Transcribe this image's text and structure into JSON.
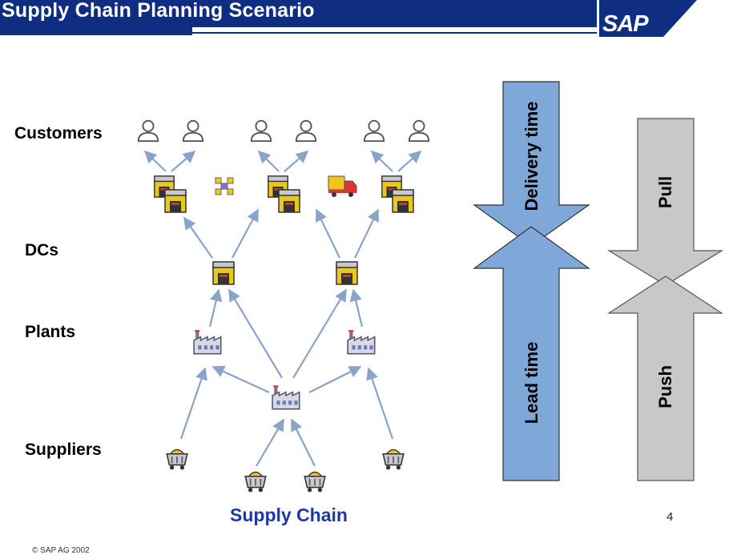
{
  "header": {
    "title": "Supply Chain Planning Scenario",
    "logo_text": "SAP",
    "bar_color": "#0f2e82"
  },
  "tiers": {
    "customers": "Customers",
    "dcs": "DCs",
    "plants": "Plants",
    "suppliers": "Suppliers"
  },
  "icons": {
    "customer": "person-outline-icon",
    "warehouse": "warehouse-icon",
    "factory": "factory-icon",
    "supplier": "mine-cart-icon",
    "network": "network-nodes-icon",
    "truck": "delivery-truck-icon"
  },
  "arrows": {
    "delivery": "Delivery time",
    "lead": "Lead time",
    "pull": "Pull",
    "push": "Push",
    "time_arrow_color": "#7fa7d7",
    "flow_arrow_color": "#c8c8c8"
  },
  "caption": "Supply Chain",
  "page_number": "4",
  "copyright": "© SAP AG 2002"
}
